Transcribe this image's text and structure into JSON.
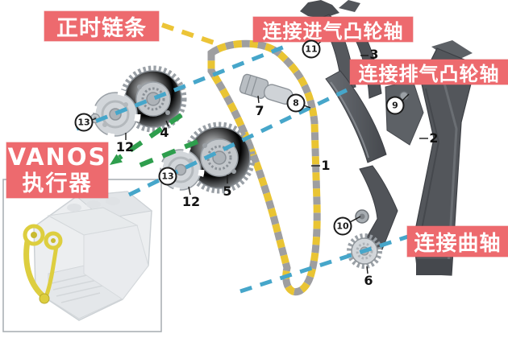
{
  "callouts": {
    "timing_chain": "正时链条",
    "connect_intake_camshaft": "连接进气凸轮轴",
    "connect_exhaust_camshaft": "连接排气凸轮轴",
    "vanos_line1": "VANOS",
    "vanos_line2": "执行器",
    "connect_crankshaft": "连接曲轴"
  },
  "part_numbers": {
    "n1": "1",
    "n2": "2",
    "n3": "3",
    "n4": "4",
    "n5": "5",
    "n6": "6",
    "n7": "7",
    "n12_upper": "12",
    "n12_lower": "12"
  },
  "circled_numbers": {
    "c8": "8",
    "c9": "9",
    "c10": "10",
    "c11": "11",
    "c13_upper": "13",
    "c13_lower": "13"
  },
  "colors": {
    "callout_bg": "#ed6a6e",
    "callout_text": "#ffffff",
    "chain_yellow": "#e9c433",
    "chain_gray": "#9e9ea0",
    "axis_blue": "#46a6ca",
    "link_green": "#2e9e4d",
    "leader_yellow": "#ecc437",
    "part_gray_light": "#ccd0d4",
    "part_gray_dark": "#54575c"
  },
  "icons": {
    "vanos_arrow": "green-arrowhead"
  }
}
